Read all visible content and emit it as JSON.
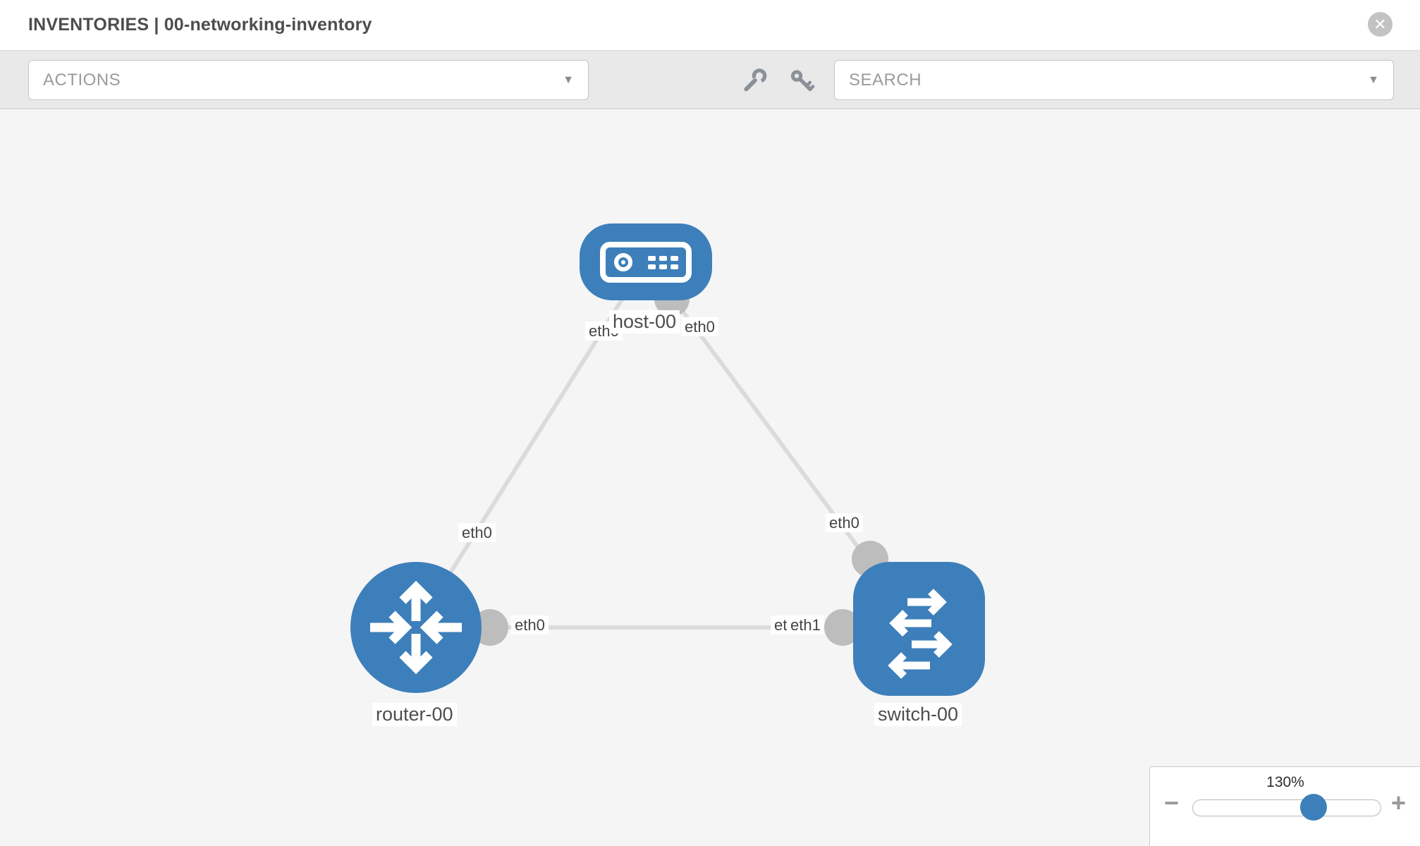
{
  "header": {
    "title": "INVENTORIES | 00-networking-inventory"
  },
  "toolbar": {
    "actions_label": "ACTIONS",
    "search_placeholder": "SEARCH",
    "caret": "▼",
    "icons": [
      "wrench-icon",
      "key-icon"
    ]
  },
  "canvas": {
    "nodes": [
      {
        "label": "host-00",
        "type": "host"
      },
      {
        "label": "router-00",
        "type": "router"
      },
      {
        "label": "switch-00",
        "type": "switch"
      }
    ],
    "links": [
      {
        "from": "host-00",
        "to": "router-00",
        "from_interface": "eth0",
        "to_interface": "eth0"
      },
      {
        "from": "host-00",
        "to": "switch-00",
        "from_interface": "eth0",
        "to_interface": "eth0"
      },
      {
        "from": "router-00",
        "to": "switch-00",
        "from_interface": "eth0",
        "to_interface": "eth1"
      }
    ],
    "interface_labels": {
      "host_router_host_end": "eth0",
      "host_router_router_end": "eth0",
      "host_switch_host_end": "eth0",
      "host_switch_switch_end": "eth0",
      "router_switch_router_end": "eth0",
      "router_switch_switch_end_hidden": "eth0",
      "router_switch_switch_end": "eth1"
    }
  },
  "zoom_control": {
    "level": "130%",
    "minus_label": "−",
    "plus_label": "+"
  },
  "close_label": "✕",
  "colors": {
    "node_blue": "#3d7fba",
    "connector_gray": "#bdbdbd",
    "link_gray": "#dbdbdb",
    "toolbar_gray": "#e9e9e9",
    "canvas_gray": "#f5f5f6"
  }
}
